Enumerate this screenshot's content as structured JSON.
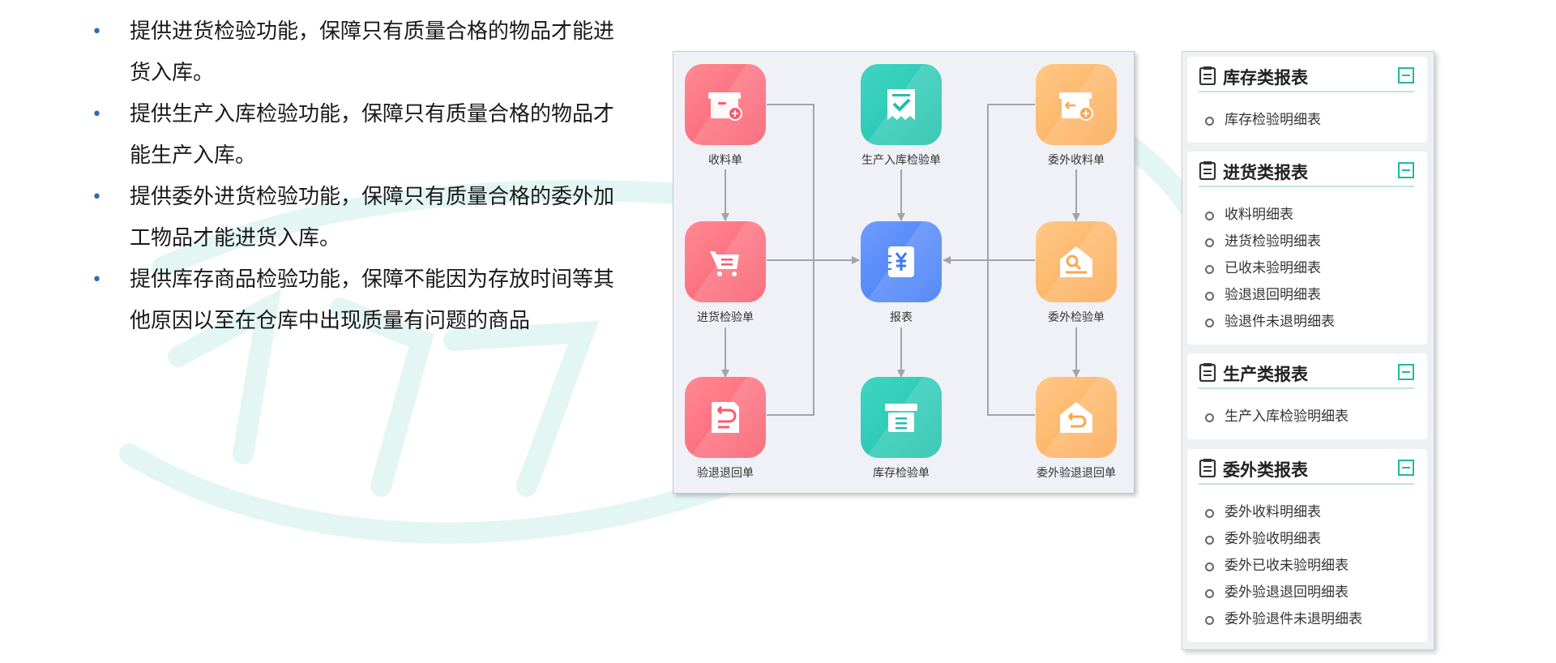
{
  "bullets": [
    {
      "line1": "提供进货检验功能，保障只有质量合格的物品才能进",
      "line2": "货入库。"
    },
    {
      "line1": "提供生产入库检验功能，保障只有质量合格的物品才",
      "line2": "能生产入库。"
    },
    {
      "line1": "提供委外进货检验功能，保障只有质量合格的委外加",
      "line2": "工物品才能进货入库。"
    },
    {
      "line1": "提供库存商品检验功能，保障不能因为存放时间等其",
      "line2": "他原因以至在仓库中出现质量有问题的商品"
    }
  ],
  "flow": {
    "nodes": {
      "receipt": "收料单",
      "production_inspection": "生产入库检验单",
      "outsource_receipt": "委外收料单",
      "purchase_inspection": "进货检验单",
      "report": "报表",
      "outsource_inspection": "委外检验单",
      "return_order": "验退退回单",
      "stock_inspection": "库存检验单",
      "outsource_return": "委外验退退回单"
    }
  },
  "reports": [
    {
      "title": "库存类报表",
      "items": [
        "库存检验明细表"
      ]
    },
    {
      "title": "进货类报表",
      "items": [
        "收料明细表",
        "进货检验明细表",
        "已收未验明细表",
        "验退退回明细表",
        "验退件未退明细表"
      ]
    },
    {
      "title": "生产类报表",
      "items": [
        "生产入库检验明细表"
      ]
    },
    {
      "title": "委外类报表",
      "items": [
        "委外收料明细表",
        "委外验收明细表",
        "委外已收未验明细表",
        "委外验退退回明细表",
        "委外验退件未退明细表"
      ]
    }
  ],
  "colors": {
    "accent": "#1fb8a3",
    "bullet": "#2e6ab3",
    "red": "#f95a6b",
    "teal": "#1fbfaa",
    "orange": "#fca750",
    "blue": "#3d78f5"
  }
}
